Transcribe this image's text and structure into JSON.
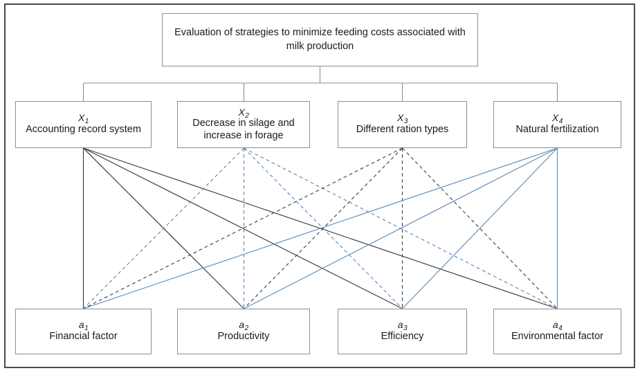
{
  "diagram": {
    "title_box": {
      "id": "root",
      "text": "Evaluation of strategies to minimize feeding costs associated with milk production"
    },
    "criteria": [
      {
        "symbol": "X",
        "index": "1",
        "label": "Accounting record system",
        "line_style": "solid",
        "line_color": "#3a3a3a"
      },
      {
        "symbol": "X",
        "index": "2",
        "label": "Decrease in silage and increase in forage",
        "line_style": "dashed",
        "line_color": "#5b8bbd"
      },
      {
        "symbol": "X",
        "index": "3",
        "label": "Different ration types",
        "line_style": "dashed",
        "line_color": "#444444"
      },
      {
        "symbol": "X",
        "index": "4",
        "label": "Natural fertilization",
        "line_style": "solid",
        "line_color": "#5b8bbd"
      }
    ],
    "alternatives": [
      {
        "symbol": "a",
        "index": "1",
        "label": "Financial factor"
      },
      {
        "symbol": "a",
        "index": "2",
        "label": "Productivity"
      },
      {
        "symbol": "a",
        "index": "3",
        "label": "Efficiency"
      },
      {
        "symbol": "a",
        "index": "4",
        "label": "Environmental factor"
      }
    ],
    "colors": {
      "frame": "#4a4a4a",
      "box_border": "#8d8d8d",
      "black_line": "#3a3a3a",
      "blue_line": "#5b8bbd",
      "background": "#ffffff",
      "text": "#1a1a1a"
    },
    "structure": {
      "type": "hierarchy-bipartite",
      "note": "Each criterion connects to every alternative (complete bipartite)."
    }
  }
}
